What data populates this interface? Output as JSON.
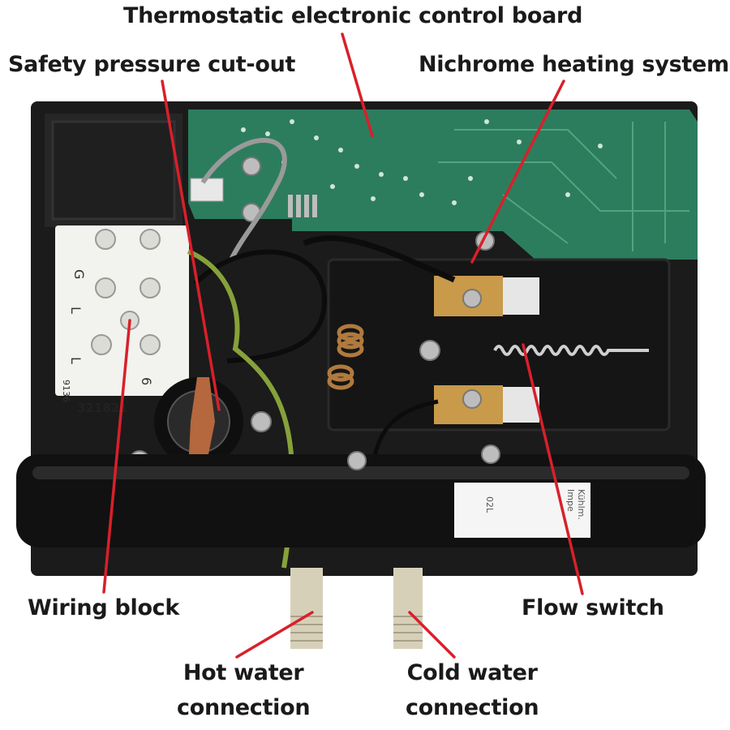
{
  "labels": {
    "control_board": "Thermostatic electronic control board",
    "safety_cutout": "Safety pressure cut-out",
    "heating_system": "Nichrome heating system",
    "wiring_block": "Wiring block",
    "flow_switch": "Flow switch",
    "hot_water_line1": "Hot water",
    "hot_water_line2": "connection",
    "cold_water_line1": "Cold water",
    "cold_water_line2": "connection"
  },
  "device_text": {
    "terminal_g": "G",
    "terminal_l1": "L",
    "terminal_l2": "L",
    "terminal_6": "6",
    "part_number": "321821",
    "code_9136": "9136",
    "sticker_top": "Kühlm.",
    "sticker_mid": "Impe",
    "sticker_bottom": "02L"
  },
  "colors": {
    "pointer": "#d8202a",
    "pcb": "#2c7d5e",
    "housing": "#1b1b1b",
    "brass": "#c89a4a",
    "terminal_block": "#f2f2ee"
  }
}
